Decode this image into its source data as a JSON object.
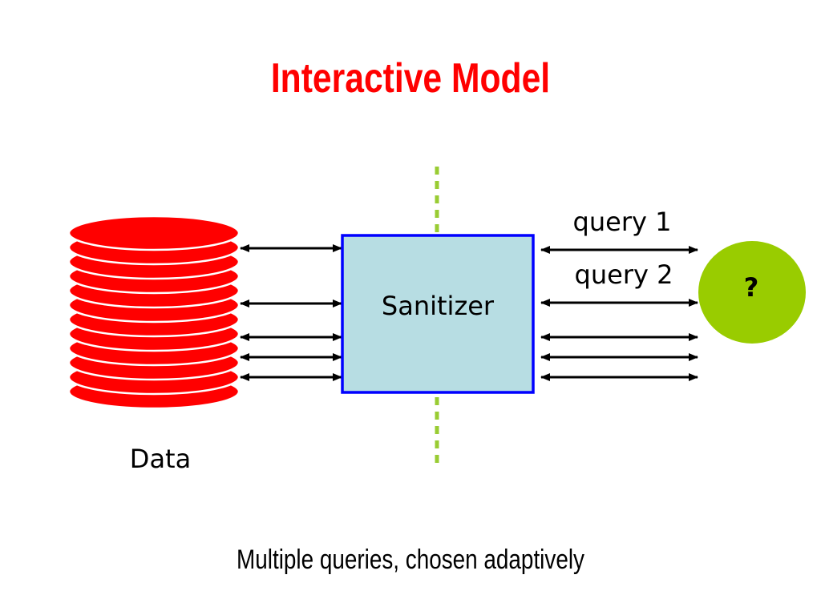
{
  "slide": {
    "title": "Interactive Model",
    "caption": "Multiple queries, chosen adaptively"
  },
  "diagram": {
    "database_label": "Data",
    "sanitizer_label": "Sanitizer",
    "analyst_label": "?",
    "query_labels": [
      "query 1",
      "query 2"
    ],
    "colors": {
      "title": "#ff0000",
      "database": "#ff0000",
      "sanitizer_fill": "#b7dde3",
      "sanitizer_border": "#0000ff",
      "analyst": "#99cc00",
      "divider": "#99cc33"
    },
    "icons": [
      "database-stack",
      "double-arrow",
      "dashed-divider",
      "circle"
    ]
  }
}
